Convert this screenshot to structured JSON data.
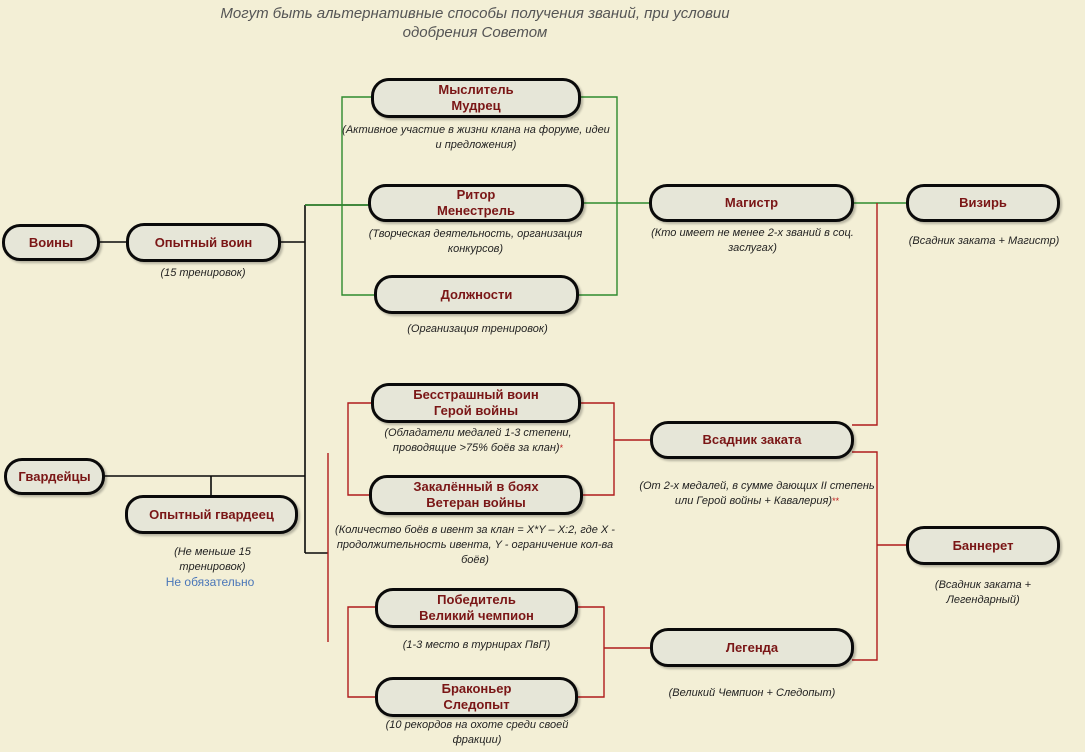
{
  "title": "Могут быть альтернативные способы получения званий, при условии одобрения Советом",
  "colors": {
    "tree": "#0a0a0a",
    "green_branch": "#2e8b2e",
    "red_branch": "#b01c1c",
    "node_text": "#7a1616",
    "node_fill": "#e6e6d8",
    "background": "#f3efd6"
  },
  "nodes": {
    "voiny": {
      "line1": "Воины",
      "line2": ""
    },
    "opytny_voin": {
      "line1": "Опытный воин",
      "line2": ""
    },
    "gvardeitsy": {
      "line1": "Гвардейцы",
      "line2": ""
    },
    "opytny_gvardeets": {
      "line1": "Опытный гвардеец",
      "line2": ""
    },
    "myslitel": {
      "line1": "Мыслитель",
      "line2": "Мудрец"
    },
    "ritor": {
      "line1": "Ритор",
      "line2": "Менестрель"
    },
    "dolzhnosti": {
      "line1": "Должности",
      "line2": ""
    },
    "magistr": {
      "line1": "Магистр",
      "line2": ""
    },
    "vizir": {
      "line1": "Визирь",
      "line2": ""
    },
    "besstrashny": {
      "line1": "Бесстрашный воин",
      "line2": "Герой войны"
    },
    "zakalenny": {
      "line1": "Закалённый в боях",
      "line2": "Ветеран войны"
    },
    "vsadnik": {
      "line1": "Всадник заката",
      "line2": ""
    },
    "banneret": {
      "line1": "Баннерет",
      "line2": ""
    },
    "pobeditel": {
      "line1": "Победитель",
      "line2": "Великий чемпион"
    },
    "brakonier": {
      "line1": "Браконьер",
      "line2": "Следопыт"
    },
    "legenda": {
      "line1": "Легенда",
      "line2": ""
    }
  },
  "captions": {
    "opytny_voin": "(15 тренировок)",
    "opytny_gvardeets": "(Не меньше 15 тренировок)",
    "opytny_gvardeets_note": "Не обязательно",
    "myslitel": "(Активное участие в жизни клана на форуме, идеи и предложения)",
    "ritor": "(Творческая деятельность, организация конкурсов)",
    "dolzhnosti": "(Организация тренировок)",
    "magistr": "(Кто имеет не менее 2-х званий в соц. заслугах)",
    "vizir": "(Всадник заката + Магистр)",
    "besstrashny": "(Обладатели медалей 1-3 степени, проводящие >75% боёв за клан)",
    "besstrashny_mark": "*",
    "zakalenny": "(Количество боёв в ивент за клан = X*Y – X:2, где X - продолжительность ивента, Y - ограничение кол-ва боёв)",
    "vsadnik": "(От 2-х медалей, в сумме дающих II степень или Герой войны + Кавалерия)",
    "vsadnik_mark": "**",
    "banneret": "(Всадник заката + Легендарный)",
    "pobeditel": "(1-3 место в турнирах ПвП)",
    "brakonier": "(10 рекордов на охоте среди своей фракции)",
    "legenda": "(Великий Чемпион + Следопыт)"
  }
}
